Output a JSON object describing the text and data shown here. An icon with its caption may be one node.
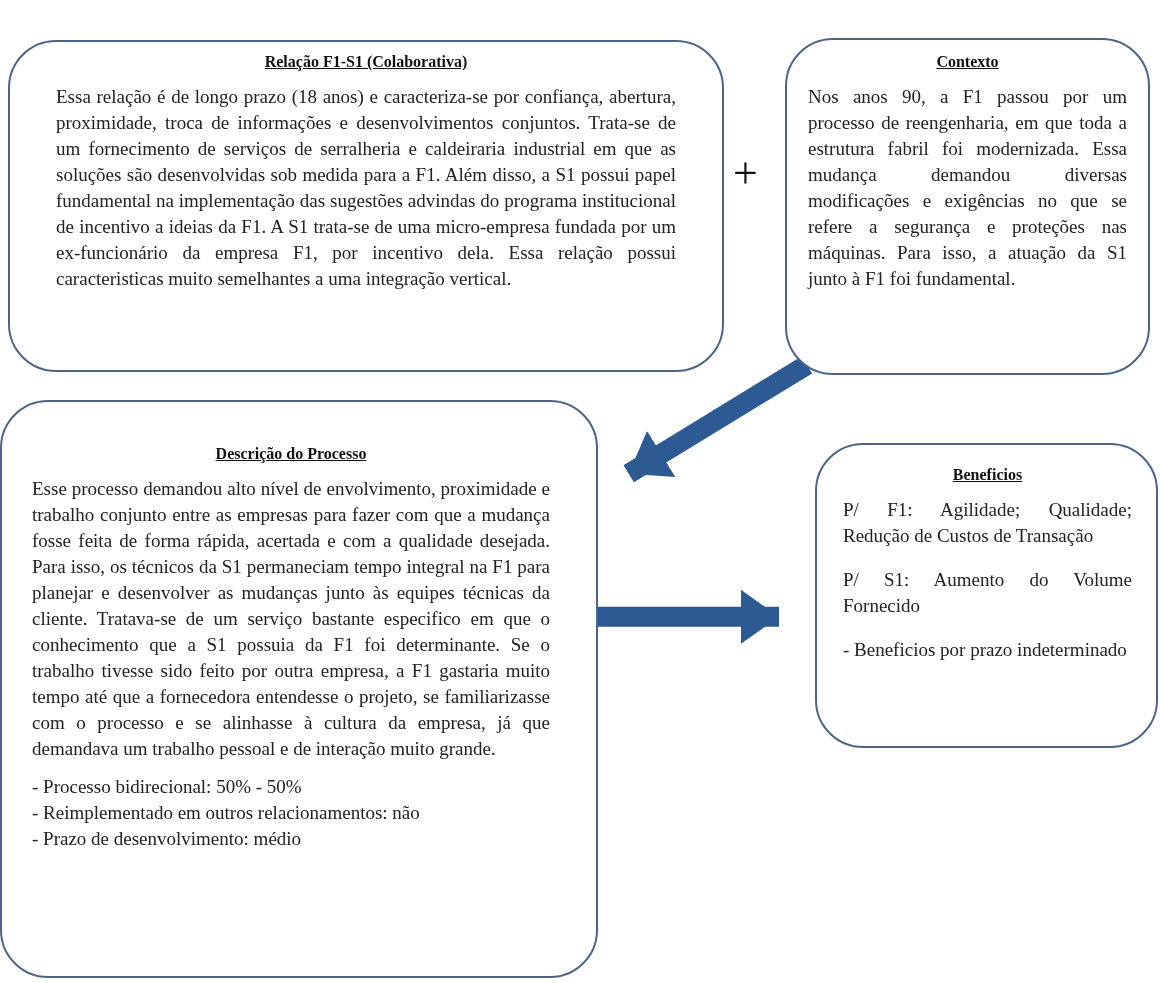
{
  "diagram": {
    "nodes": [
      {
        "text": [
          "Relação F1-S1 (Colaborativa)",
          "Essa relação é de longo prazo (18 anos) e caracteriza-se por confiança, abertura, proximidade, troca de informações e desenvolvimentos conjuntos. Trata-se de um fornecimento de serviços de serralheria e caldeiraria industrial em que as soluções são desenvolvidas sob medida para a F1. Além disso, a S1 possui papel fundamental na implementação das sugestões advindas do programa institucional de incentivo a ideias da F1. A S1 trata-se de uma micro-empresa fundada por um ex-funcionário da empresa F1, por incentivo dela. Essa relação possui caracteristicas muito semelhantes a uma integração vertical."
        ]
      },
      {
        "text": [
          "Contexto",
          "Nos anos 90, a F1 passou por um processo de reengenharia, em que toda a estrutura fabril foi modernizada. Essa mudança demandou diversas modificações e exigências no que se refere a segurança e proteções nas máquinas. Para isso, a atuação da S1 junto à F1 foi fundamental."
        ]
      },
      {
        "text": [
          "Descrição do Processo",
          "Esse processo demandou alto nível de envolvimento, proximidade e trabalho conjunto entre as empresas para fazer com que a mudança fosse feita de forma rápida, acertada e com a qualidade desejada. Para isso, os técnicos da S1 permaneciam tempo integral na F1 para planejar e desenvolver as mudanças junto às equipes técnicas da cliente. Tratava-se de um serviço bastante especifico em que o conhecimento que a S1 possuia da F1 foi determinante. Se o trabalho tivesse sido feito por outra empresa, a F1 gastaria muito tempo até que a fornecedora entendesse o projeto, se familiarizasse com o processo e se alinhasse à cultura da empresa, já que demandava um trabalho pessoal e de interação muito grande.",
          "- Processo bidirecional: 50% - 50%",
          "- Reimplementado em outros relacionamentos: não",
          "- Prazo de desenvolvimento: médio"
        ]
      },
      {
        "text": [
          "Beneficios",
          "P/ F1: Agilidade; Qualidade; Redução de Custos de Transação",
          "P/ S1: Aumento do Volume Fornecido",
          "- Beneficios por prazo indeterminado"
        ]
      }
    ],
    "edges": [
      {
        "from": 1,
        "to": 2,
        "arrow": "to"
      },
      {
        "from": 2,
        "to": 3,
        "arrow": "to"
      }
    ],
    "labels": [
      "+"
    ]
  }
}
